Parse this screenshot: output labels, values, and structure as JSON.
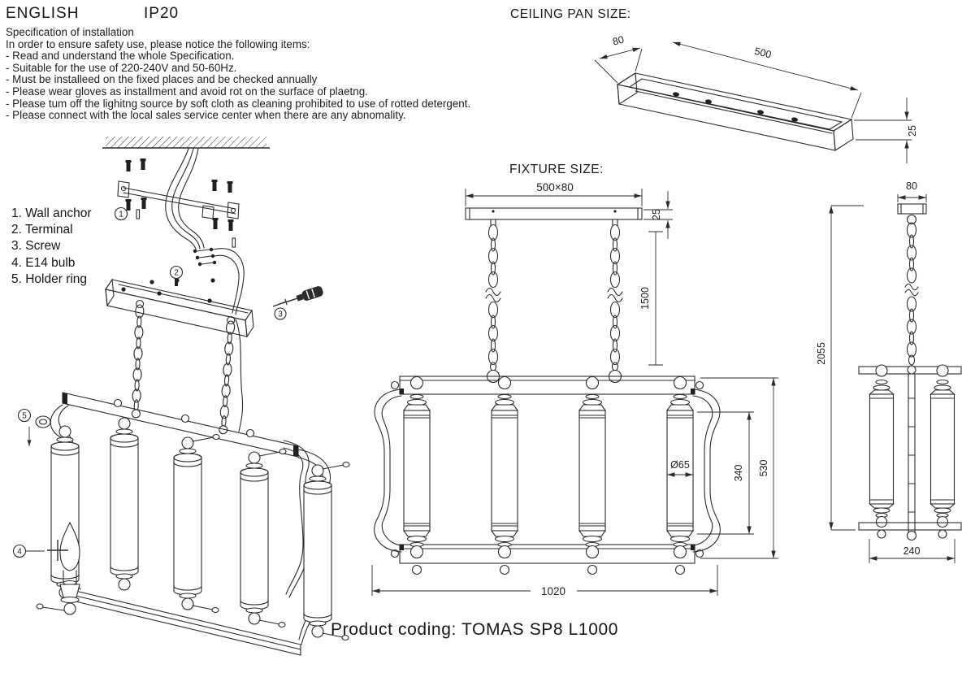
{
  "header": {
    "language": "ENGLISH",
    "ip_rating": "IP20"
  },
  "spec": {
    "title": "Specification of installation",
    "intro": "In order to ensure safety use, please notice the following items:",
    "items": [
      "- Read and understand the whole Specification.",
      "- Suitable for the use of 220-240V and 50-60Hz.",
      "- Must be installeed on the fixed places and be checked annually",
      "- Please wear gloves as installment and avoid rot on the surface of plaetng.",
      "- Please tum off the lighitng source by soft cloth as cleaning prohibited to use of rotted detergent.",
      "- Please connect with the local sales service center when there are any abnomality."
    ]
  },
  "parts_list": {
    "items": [
      "1. Wall anchor",
      "2. Terminal",
      "3. Screw",
      "4. E14 bulb",
      "5. Holder ring"
    ]
  },
  "drawings": {
    "ceiling_pan": {
      "title": "CEILING PAN  SIZE:",
      "dim_depth": "80",
      "dim_length": "500",
      "dim_height": "25"
    },
    "fixture": {
      "title": "FIXTURE SIZE:",
      "dim_canopy": "500×80",
      "dim_canopy_height": "25",
      "dim_chain_length": "1500",
      "dim_shade_diameter": "Ø65",
      "dim_shade_height": "340",
      "dim_body_height": "530",
      "dim_total_width": "1020"
    },
    "side": {
      "dim_canopy_width": "80",
      "dim_total_height": "2055",
      "dim_depth": "240"
    },
    "exploded": {
      "callout_1": "1",
      "callout_2": "2",
      "callout_3": "3",
      "callout_4": "4",
      "callout_5": "5"
    }
  },
  "footer": {
    "product_coding": "Product coding: TOMAS SP8 L1000"
  }
}
